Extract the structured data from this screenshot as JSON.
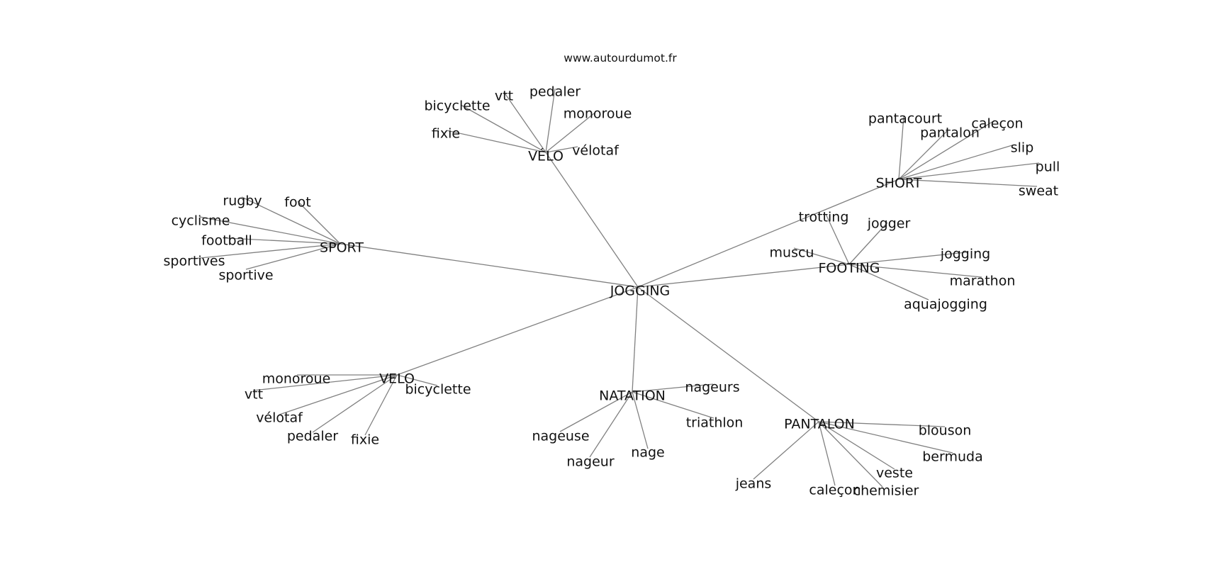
{
  "site": "www.autourdumot.fr",
  "center": "JOGGING",
  "clusters": [
    {
      "hub": "VÉLO",
      "words": [
        "bicyclette",
        "vtt",
        "pedaler",
        "monoroue",
        "fixie",
        "vélotaf"
      ]
    },
    {
      "hub": "SPORT",
      "words": [
        "rugby",
        "foot",
        "cyclisme",
        "football",
        "sportives",
        "sportive"
      ]
    },
    {
      "hub": "SHORT",
      "words": [
        "pantacourt",
        "pantalon",
        "caleçon",
        "slip",
        "pull",
        "sweat"
      ]
    },
    {
      "hub": "FOOTING",
      "words": [
        "trotting",
        "jogger",
        "muscu",
        "jogging",
        "marathon",
        "aquajogging"
      ]
    },
    {
      "hub": "VELO",
      "words": [
        "monoroue",
        "vtt",
        "bicyclette",
        "vélotaf",
        "pedaler",
        "fixie"
      ]
    },
    {
      "hub": "NATATION",
      "words": [
        "nageurs",
        "triathlon",
        "nageuse",
        "nageur",
        "nage"
      ]
    },
    {
      "hub": "PANTALON",
      "words": [
        "blouson",
        "bermuda",
        "veste",
        "jeans",
        "caleçon",
        "chemisier"
      ]
    }
  ]
}
